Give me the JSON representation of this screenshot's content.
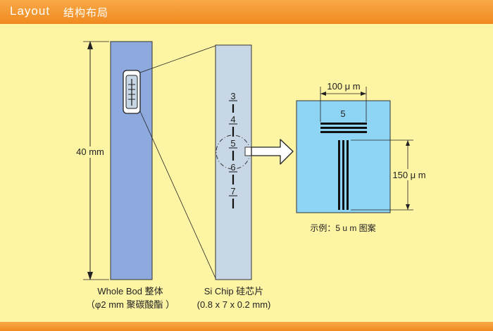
{
  "header": {
    "title": "Layout",
    "subtitle": "结构布局"
  },
  "whole_body": {
    "length_label": "40 mm",
    "caption_line1": "Whole Bod 整体",
    "caption_line2": "（φ2 mm  聚碳酸酯    ）"
  },
  "si_chip": {
    "scale_numbers": [
      "3",
      "4",
      "5",
      "6",
      "7"
    ],
    "caption_line1": "Si Chip  硅芯片",
    "caption_line2": "(0.8 x 7 x 0.2 mm)"
  },
  "detail": {
    "width_label": "100 μ m",
    "pattern_number": "5",
    "height_label": "150 μ m",
    "caption": "示例：5 u m 图案"
  },
  "colors": {
    "background": "#fdf4a4",
    "header": "#f39a2e",
    "whole_body": "#8ea9dd",
    "si_chip": "#c8d7e6",
    "detail_panel": "#8ed5f5"
  }
}
